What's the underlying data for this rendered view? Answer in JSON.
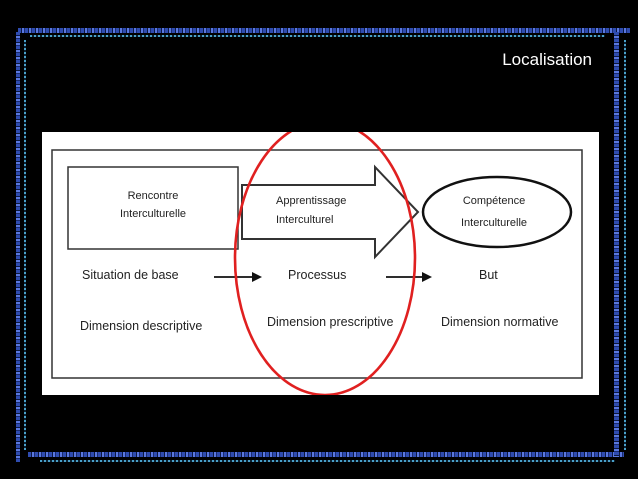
{
  "slide": {
    "title": "Localisation"
  },
  "diagram": {
    "box1": {
      "line1": "Rencontre",
      "line2": "Interculturelle"
    },
    "box2": {
      "line1": "Apprentissage",
      "line2": "Interculturel"
    },
    "box3": {
      "line1": "Compétence",
      "line2": "Interculturelle"
    },
    "row1": {
      "left": "Situation de base",
      "middle": "Processus",
      "right": "But"
    },
    "row2": {
      "left": "Dimension descriptive",
      "middle": "Dimension prescriptive",
      "right": "Dimension normative"
    },
    "highlight_color": "#e02020"
  }
}
